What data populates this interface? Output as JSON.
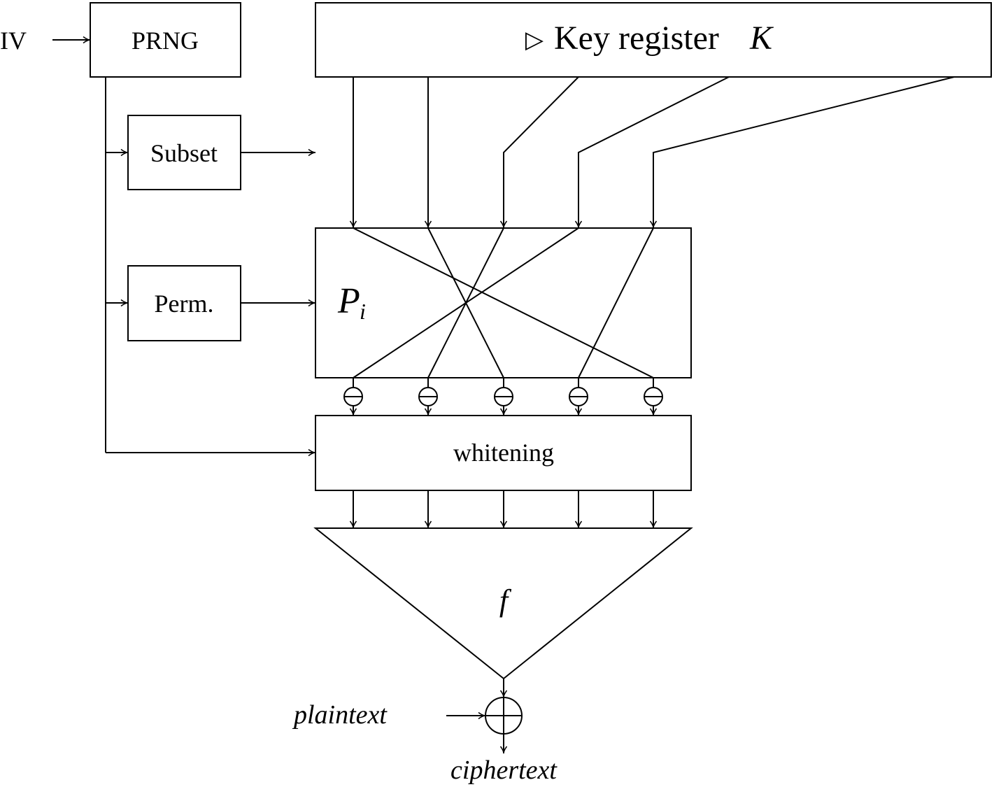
{
  "labels": {
    "iv": "IV",
    "prng": "PRNG",
    "key_register_prefix": "▷",
    "key_register_text": "Key register",
    "key_register_var": "K",
    "subset": "Subset",
    "perm": "Perm.",
    "p_main": "P",
    "p_sub": "i",
    "whitening": "whitening",
    "f": "f",
    "plaintext": "plaintext",
    "ciphertext": "ciphertext"
  }
}
